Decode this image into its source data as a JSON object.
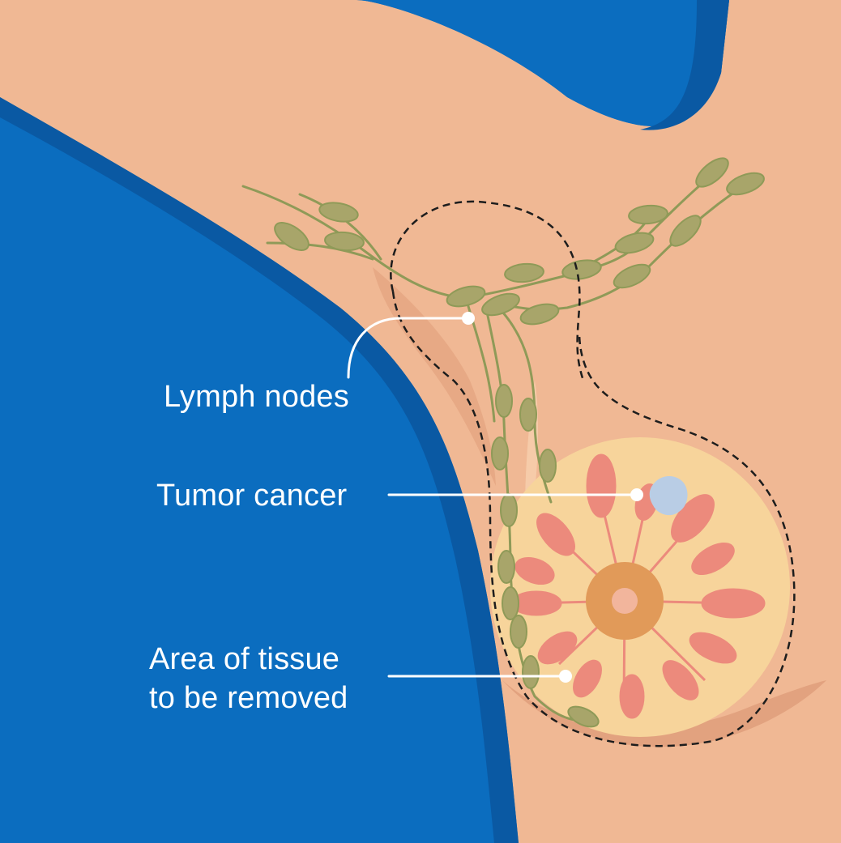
{
  "labels": {
    "lymph_nodes": "Lymph nodes",
    "tumor": "Tumor cancer",
    "tissue_line1": "Area of tissue",
    "tissue_line2": "to be removed"
  },
  "colors": {
    "background": "#0b6dbf",
    "background_shadow": "#0a59a3",
    "skin": "#f0b894",
    "skin_shadow": "#e2a27f",
    "breast": "#f7d49b",
    "lobule": "#ec8a7c",
    "areola": "#e19a59",
    "nipple": "#f2b59c",
    "tumor": "#b9cde5",
    "lymph_node": "#a8a56a",
    "lymph_vessel": "#8f9a58",
    "callout": "#ffffff",
    "dashed_outline": "#1d1d1d"
  }
}
